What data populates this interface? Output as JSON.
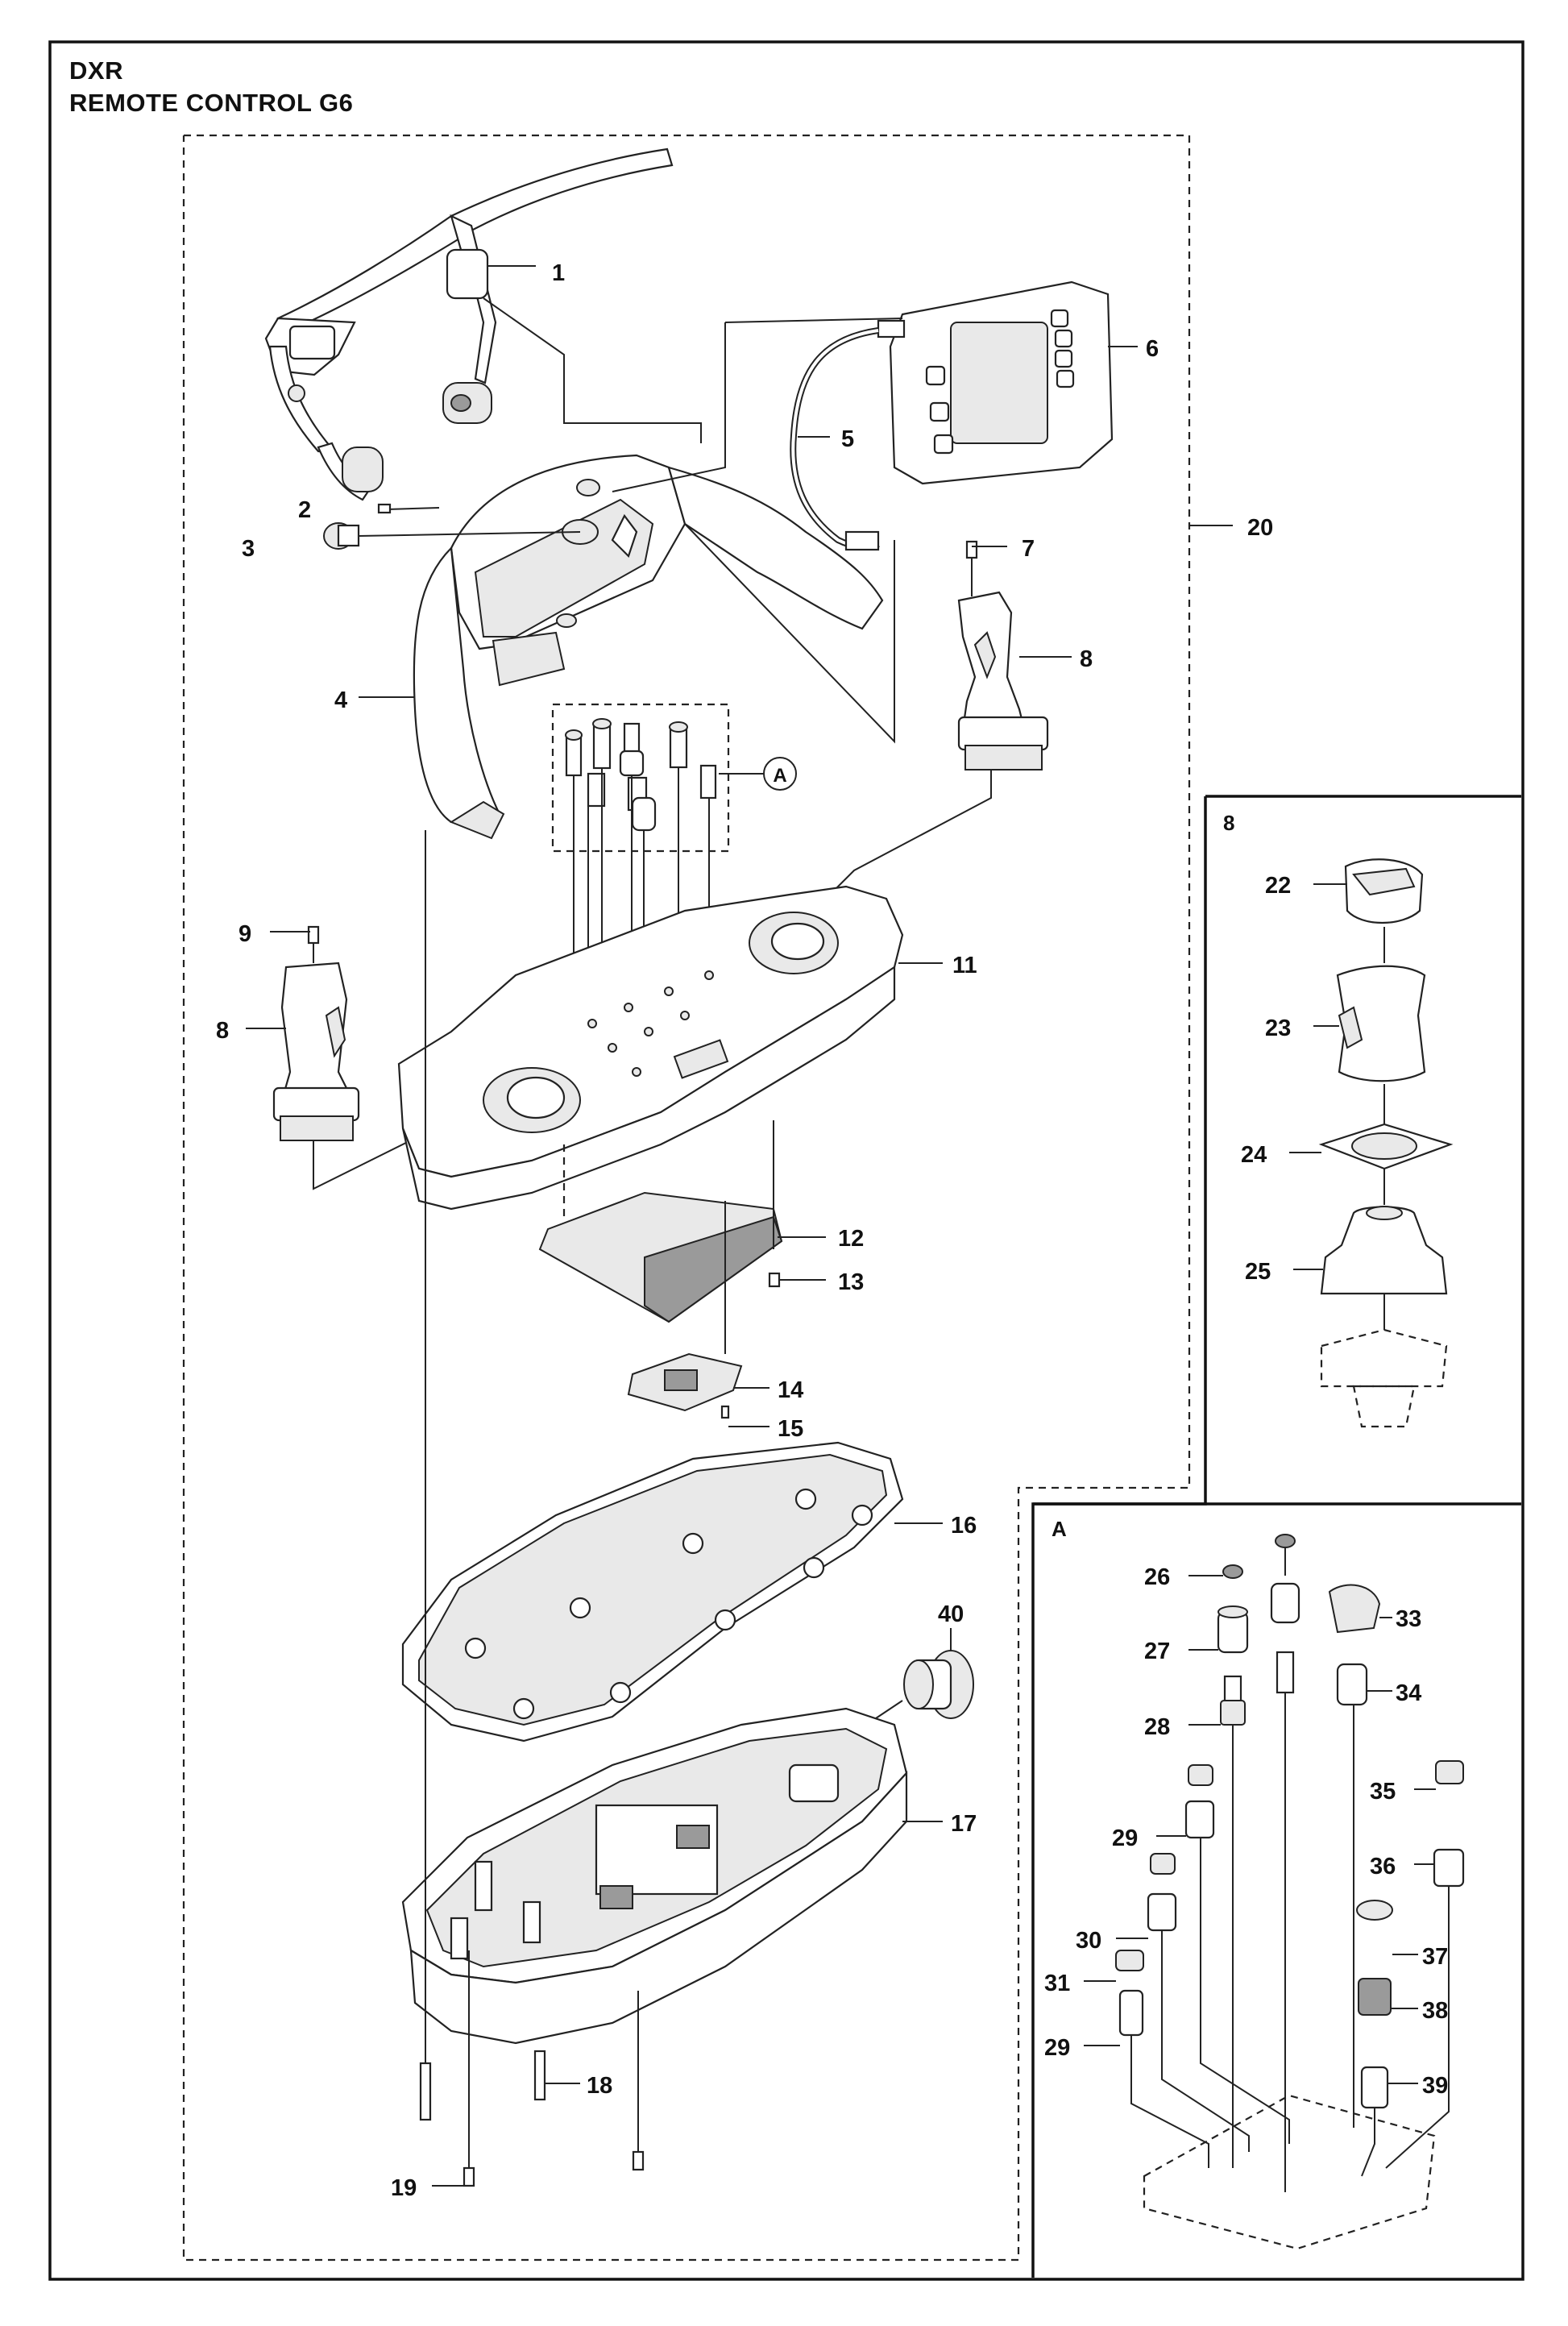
{
  "header": {
    "model": "DXR",
    "title": "REMOTE CONTROL G6"
  },
  "inset_8": {
    "label": "8"
  },
  "inset_a": {
    "label": "A"
  },
  "callout_a": {
    "label": "A"
  },
  "labels": {
    "p1": "1",
    "p2": "2",
    "p3": "3",
    "p4": "4",
    "p5": "5",
    "p6": "6",
    "p7": "7",
    "p8a": "8",
    "p8b": "8",
    "p9": "9",
    "p11": "11",
    "p12": "12",
    "p13": "13",
    "p14": "14",
    "p15": "15",
    "p16": "16",
    "p17": "17",
    "p18": "18",
    "p19": "19",
    "p20": "20",
    "p22": "22",
    "p23": "23",
    "p24": "24",
    "p25": "25",
    "p26": "26",
    "p27": "27",
    "p28": "28",
    "p29a": "29",
    "p29b": "29",
    "p30": "30",
    "p31": "31",
    "p33": "33",
    "p34": "34",
    "p35": "35",
    "p36": "36",
    "p37": "37",
    "p38": "38",
    "p39": "39",
    "p40": "40"
  }
}
